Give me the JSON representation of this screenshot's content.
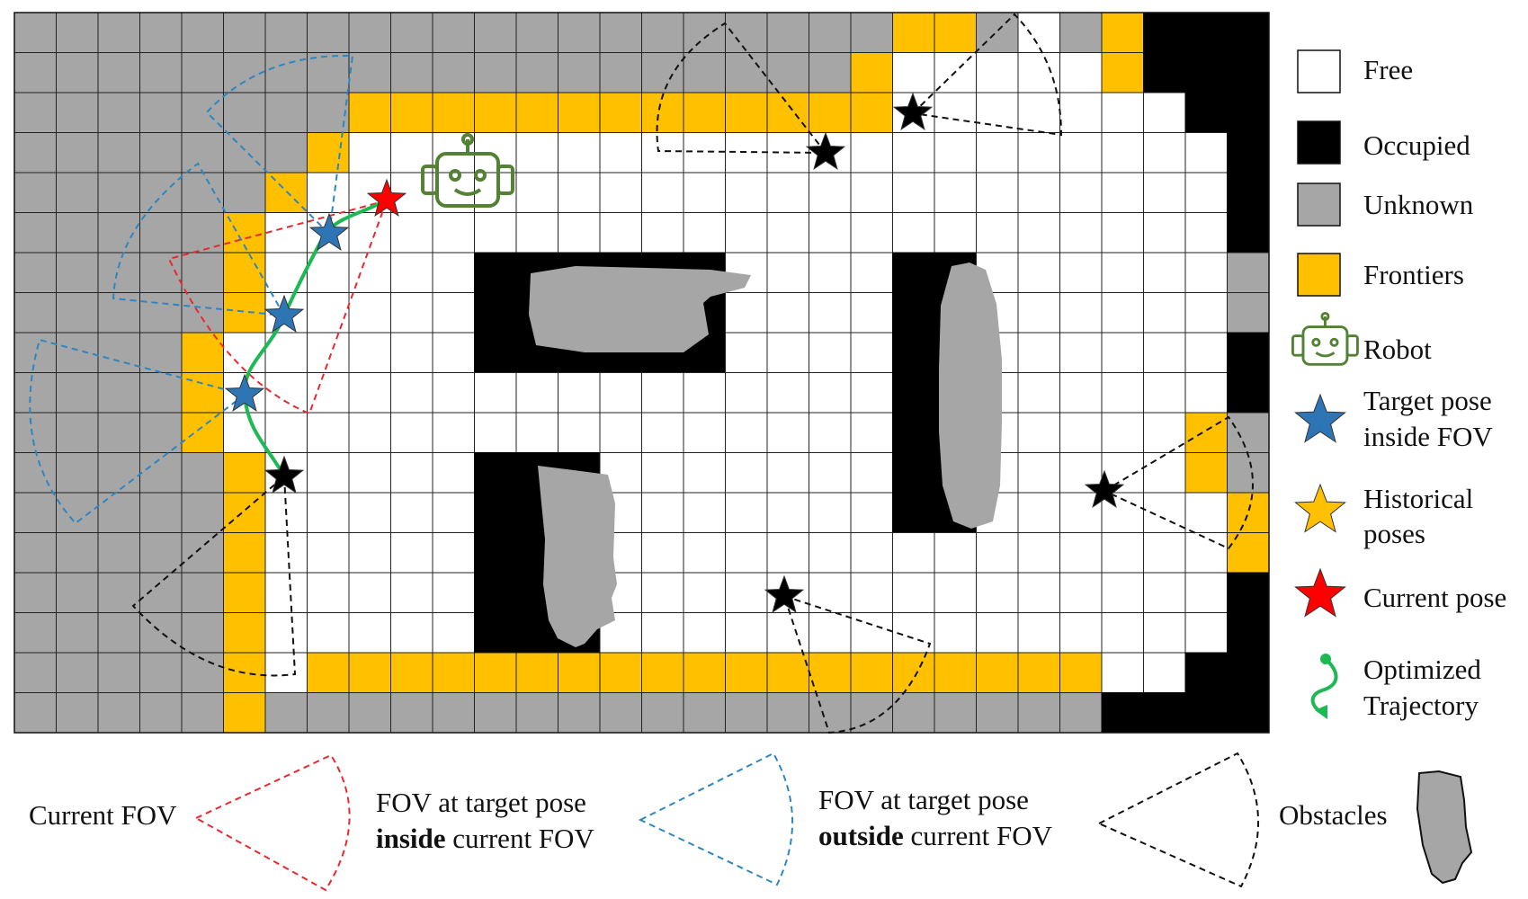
{
  "colors": {
    "free": "#ffffff",
    "occupied": "#000000",
    "unknown": "#a6a6a6",
    "frontier": "#ffc000",
    "grid_line": "#222222",
    "robot": "#548235",
    "target_star": "#2e75b6",
    "historical_star": "#ffc000",
    "current_star": "#ff0000",
    "trajectory": "#1db954",
    "fov_current": "#e8292f",
    "fov_inside": "#2e86c1",
    "fov_outside": "#111111",
    "obstacle_fill": "#a6a6a6"
  },
  "grid": {
    "cols": 30,
    "rows": 18,
    "cell_legend": "W=free, B=occupied, G=unknown, Y=frontier",
    "rows_data": [
      "GGGGGGGGGGGGGGGGGGGGGYYGWGYBBBB",
      "GGGGGGGGGGGGGGGGGGGGYWWWWWYBBB",
      "GGGGGGGGYYYYYYYYYYYYYWWWWWWWBB",
      "GGGGGGGYWWWWWWWWWWWWWWWWWWWWWB",
      "GGGGGGYWWWWWWWWWWWWWWWWWWWWWWB",
      "GGGGGYWWWWWWWWWWWWWWWWWWWWWWWB",
      "GGGGGYWWWWWBBBBBBWWWWBBWWWWWWG",
      "GGGGGYWWWWWBBBBBBWWWWBBWWWWWWG",
      "GGGGYWWWWWWBBBBBBWWWWBBWWWWWWB",
      "GGGGYWWWWWWWWWWWWWWWWBBWWWWWWB",
      "GGGGYWWWWWWWWWWWWWWWWBBWWWWWYG",
      "GGGGGYWWWWWBBBWWWWWWWBBWWWWWYG",
      "GGGGGYWWWWWBBBWWWWWWWBBWWWWWWY",
      "GGGGGYWWWWWBBBWWWWWWWWWWWWWWWY",
      "GGGGGYWWWWWBBBWWWWWWWWWWWWWWWB",
      "GGGGGYWWWWWBBBWWWWWWWWWWWWWWWB",
      "GGGGGYWYYYYYYYYYYYYYYYYYYYWWBB",
      "GGGGGYGGGGGGGGGGGGGGGGGGGGBBBB"
    ]
  },
  "legend": {
    "free": "Free",
    "occupied": "Occupied",
    "unknown": "Unknown",
    "frontiers": "Frontiers",
    "robot": "Robot",
    "target_line1": "Target pose",
    "target_line2": "inside FOV",
    "historical_line1": "Historical",
    "historical_line2": "poses",
    "current": "Current pose",
    "trajectory_line1": "Optimized",
    "trajectory_line2": "Trajectory"
  },
  "bottom_legend": {
    "current_fov": "Current FOV",
    "inside_line1": "FOV at target pose",
    "inside_bold": "inside",
    "inside_rest": " current FOV",
    "outside_line1": "FOV at target pose",
    "outside_bold": "outside",
    "outside_rest": " current FOV",
    "obstacles": "Obstacles"
  },
  "icons": {
    "robot": "robot-icon",
    "target_star": "blue-star-icon",
    "historical_star": "yellow-star-icon",
    "current_star": "red-star-icon",
    "black_star": "black-star-icon",
    "trajectory": "trajectory-arrow-icon",
    "obstacle": "obstacle-shape-icon"
  }
}
